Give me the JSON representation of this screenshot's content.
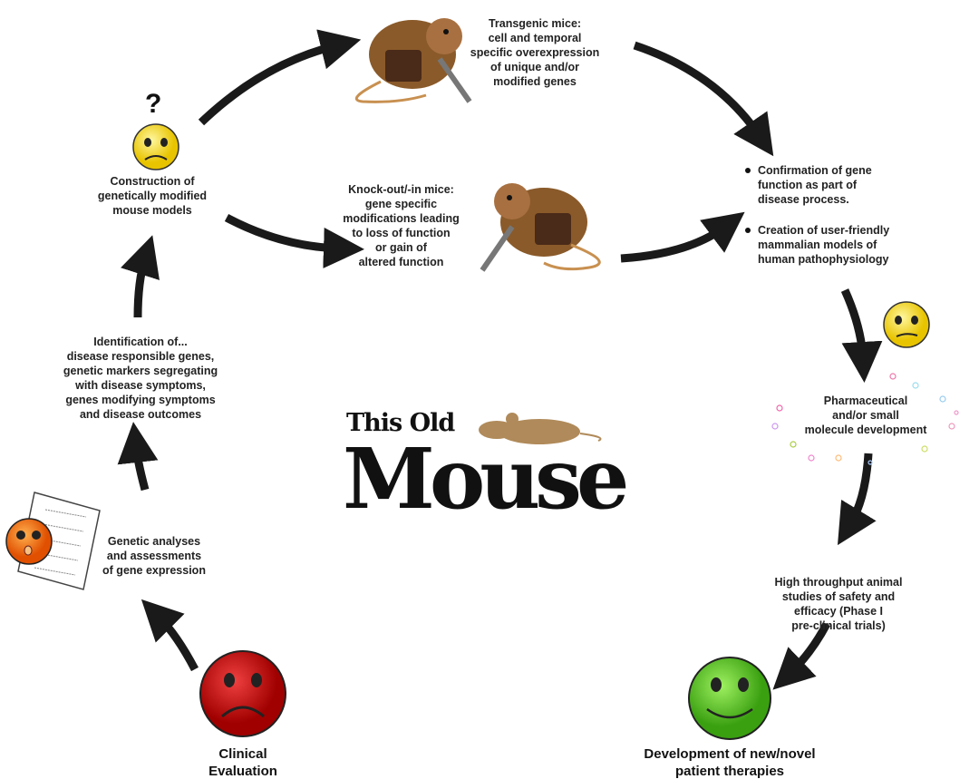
{
  "logo": {
    "line1": "This Old",
    "line2": "Mouse"
  },
  "question_mark": "?",
  "nodes": {
    "construction": "Construction of\ngenetically modified\nmouse models",
    "transgenic": "Transgenic mice:\ncell and temporal\nspecific overexpression\nof unique and/or\nmodified genes",
    "knockout": "Knock-out/-in mice:\ngene specific\nmodifications leading\nto loss of function\nor gain of\naltered function",
    "confirmation": [
      "Confirmation of gene\nfunction as part of\ndisease process.",
      "Creation of user-friendly\nmammalian models of\nhuman pathophysiology"
    ],
    "pharma": "Pharmaceutical\nand/or small\nmolecule development",
    "high_throughput": "High throughput animal\nstudies of safety and\nefficacy (Phase I\npre-clinical trials)",
    "development": "Development of new/novel\npatient  therapies",
    "clinical": "Clinical\nEvaluation",
    "genetic_analyses": "Genetic analyses\nand assessments\nof gene expression",
    "identification": "Identification of...\ndisease responsible genes,\ngenetic markers segregating\nwith disease symptoms,\ngenes modifying symptoms\nand disease outcomes"
  },
  "colors": {
    "arrow": "#1a1a1a",
    "yellow_face": "#f5d90a",
    "red_face": "#c81010",
    "green_face": "#5cc81e",
    "orange_face": "#f07a18",
    "mouse_brown": "#b08a5a"
  }
}
